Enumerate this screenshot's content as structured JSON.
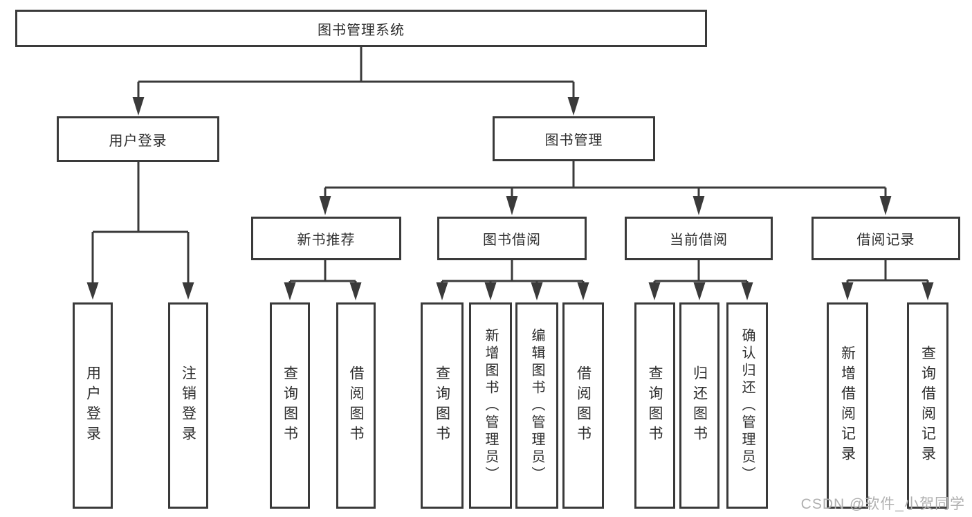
{
  "diagram": {
    "type": "hierarchy-tree",
    "title": "图书管理系统",
    "colors": {
      "line": "#3a3a3a",
      "box_border": "#3a3a3a",
      "text": "#2e2e2e",
      "watermark": "#b0b0b0",
      "background": "#ffffff"
    },
    "watermark": {
      "text": "CSDN @软件_小贺同学"
    },
    "root": {
      "id": "root",
      "label": "图书管理系统"
    },
    "level2": [
      {
        "id": "user-login-group",
        "label": "用户登录",
        "parent": "root"
      },
      {
        "id": "book-management",
        "label": "图书管理",
        "parent": "root"
      }
    ],
    "level3": [
      {
        "id": "new-book-recommend",
        "label": "新书推荐",
        "parent": "book-management"
      },
      {
        "id": "book-borrowing",
        "label": "图书借阅",
        "parent": "book-management"
      },
      {
        "id": "current-borrowing",
        "label": "当前借阅",
        "parent": "book-management"
      },
      {
        "id": "borrowing-records",
        "label": "借阅记录",
        "parent": "book-management"
      }
    ],
    "leaves": [
      {
        "id": "leaf-user-login",
        "label": "用户登录",
        "parent": "user-login-group"
      },
      {
        "id": "leaf-logout",
        "label": "注销登录",
        "parent": "user-login-group"
      },
      {
        "id": "leaf-query-books-recommend",
        "label": "查询图书",
        "parent": "new-book-recommend"
      },
      {
        "id": "leaf-borrow-books-recommend",
        "label": "借阅图书",
        "parent": "new-book-recommend"
      },
      {
        "id": "leaf-query-books-borrowing",
        "label": "查询图书",
        "parent": "book-borrowing"
      },
      {
        "id": "leaf-add-books-admin",
        "label": "新增图书（管理员）",
        "parent": "book-borrowing"
      },
      {
        "id": "leaf-edit-books-admin",
        "label": "编辑图书（管理员）",
        "parent": "book-borrowing"
      },
      {
        "id": "leaf-borrow-books-borrowing",
        "label": "借阅图书",
        "parent": "book-borrowing"
      },
      {
        "id": "leaf-query-books-current",
        "label": "查询图书",
        "parent": "current-borrowing"
      },
      {
        "id": "leaf-return-books",
        "label": "归还图书",
        "parent": "current-borrowing"
      },
      {
        "id": "leaf-confirm-return-admin",
        "label": "确认归还（管理员）",
        "parent": "current-borrowing"
      },
      {
        "id": "leaf-add-borrow-record",
        "label": "新增借阅记录",
        "parent": "borrowing-records"
      },
      {
        "id": "leaf-query-borrow-record",
        "label": "查询借阅记录",
        "parent": "borrowing-records"
      }
    ]
  }
}
